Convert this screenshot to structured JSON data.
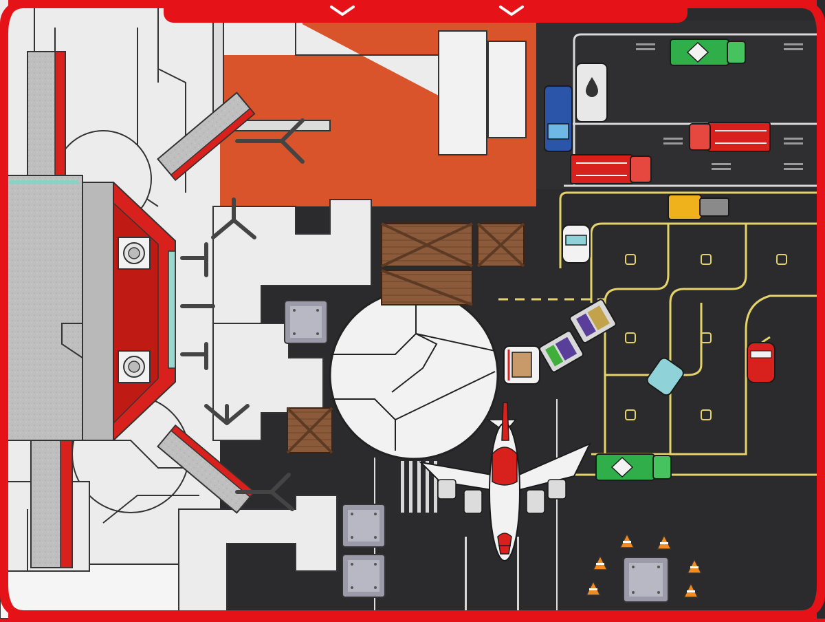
{
  "game": {
    "scene": "airport",
    "theme_colors": {
      "frame": "#e51317",
      "apron": "#2b2b2d",
      "terminal_floor": "#ececec",
      "service_lane": "#d9542a",
      "taxi_line": "#e3d36a"
    }
  },
  "hud": {
    "top_panel": {
      "left_toggle_icon": "chevron-down-icon",
      "right_toggle_icon": "chevron-down-icon"
    }
  },
  "vehicles": [
    {
      "kind": "fuel-truck",
      "color": "#2fae4a",
      "icon": "diamond-icon"
    },
    {
      "kind": "water-tanker",
      "color": "#e0e0e0",
      "icon": "water-drop-icon"
    },
    {
      "kind": "pickup-van",
      "color": "#2a55a8"
    },
    {
      "kind": "fire-truck",
      "color": "#d8211c"
    },
    {
      "kind": "fire-truck",
      "color": "#d8211c"
    },
    {
      "kind": "tow-tractor",
      "color": "#f0b21c"
    },
    {
      "kind": "ambulance-van",
      "color": "#f2f2f2"
    },
    {
      "kind": "baggage-cart",
      "color": "#d8d8d8"
    },
    {
      "kind": "baggage-cart",
      "color": "#d8d8d8"
    },
    {
      "kind": "baggage-tug",
      "color": "#f2f2f2"
    },
    {
      "kind": "car",
      "color": "#8fd3d8"
    },
    {
      "kind": "car",
      "color": "#d8211c"
    },
    {
      "kind": "fuel-truck",
      "color": "#2fae4a",
      "icon": "diamond-icon"
    }
  ],
  "aircraft": {
    "kind": "passenger-jet",
    "color": "#ffffff",
    "accent": "#d8211c"
  },
  "props": {
    "cargo_crates": 4,
    "metal_boxes": 4,
    "traffic_cones": 6
  }
}
